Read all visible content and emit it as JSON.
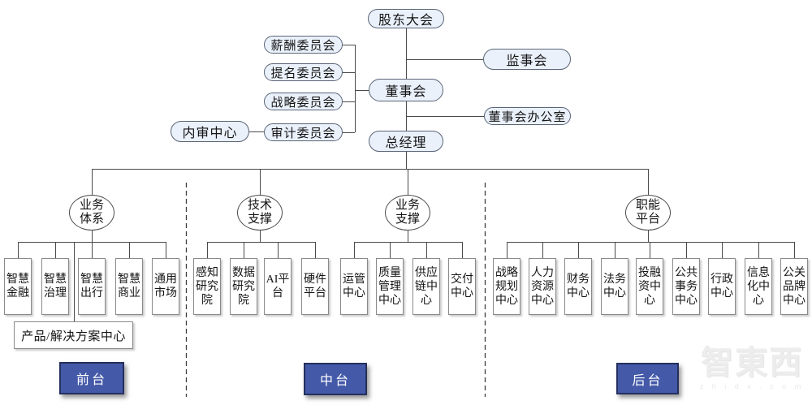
{
  "governance": {
    "shareholders": "股东大会",
    "supervisory_board": "监事会",
    "board_of_directors": "董事会",
    "board_office": "董事会办公室",
    "general_manager": "总经理",
    "committees": [
      "薪酬委员会",
      "提名委员会",
      "战略委员会",
      "审计委员会"
    ],
    "internal_audit_center": "内审中心"
  },
  "groups": [
    {
      "head": "业务体系",
      "units": [
        "智慧金融",
        "智慧治理",
        "智慧出行",
        "智慧商业",
        "通用市场"
      ],
      "extra_unit": "产品/解决方案中心"
    },
    {
      "head": "技术支撑",
      "units": [
        "感知研究院",
        "数据研究院",
        "AI平台",
        "硬件平台"
      ]
    },
    {
      "head": "业务支撑",
      "units": [
        "运管中心",
        "质量管理中心",
        "供应链中心",
        "交付中心"
      ]
    },
    {
      "head": "职能平台",
      "units": [
        "战略规划中心",
        "人力资源中心",
        "财务中心",
        "法务中心",
        "投融资中心",
        "公共事务中心",
        "行政中心",
        "信息化中心",
        "公关品牌中心"
      ]
    }
  ],
  "tiers": [
    {
      "label": "前台"
    },
    {
      "label": "中台"
    },
    {
      "label": "后台"
    }
  ],
  "watermark": {
    "logo_text": "智東西",
    "domain_text": "z h i d x . c o m"
  },
  "colors": {
    "pill_fill": "#eaf1fb",
    "pill_border": "#5a6576",
    "line": "#4a4a4a",
    "tier_fill": "#4459a8",
    "tier_border": "#25305e",
    "unit_border": "#8a8a8a"
  }
}
